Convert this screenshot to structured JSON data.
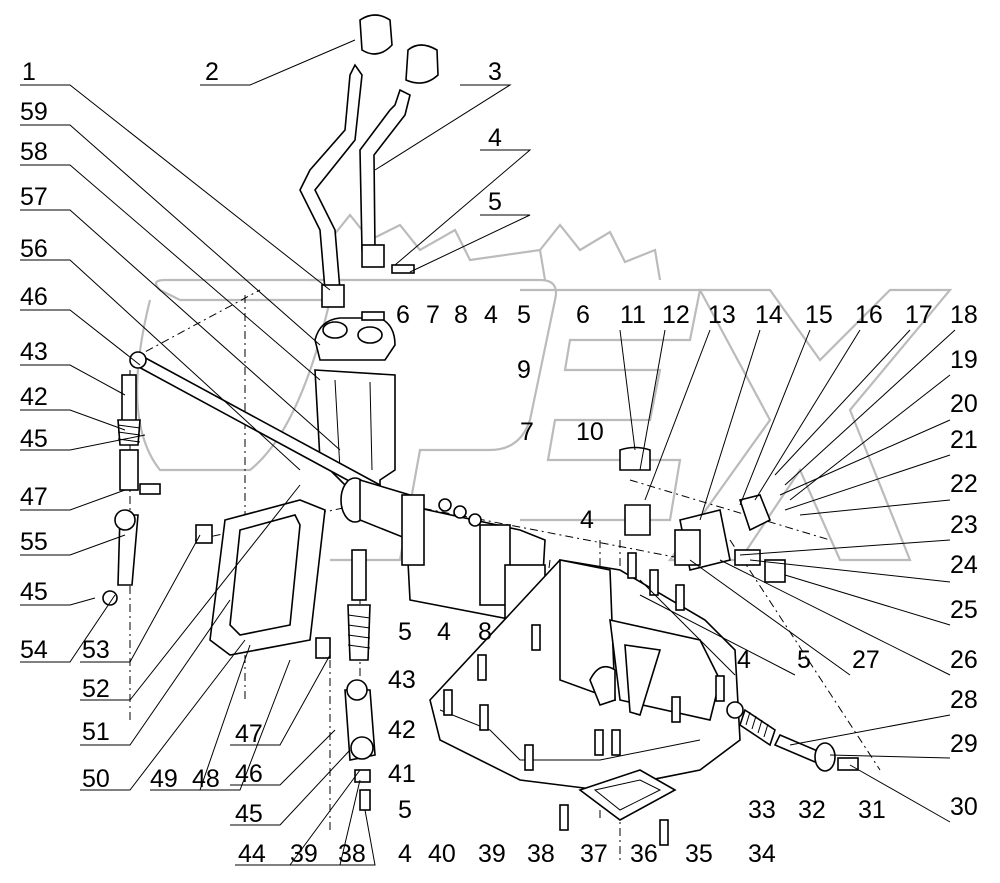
{
  "labels_left": [
    "1",
    "59",
    "58",
    "57",
    "56",
    "46",
    "43",
    "42",
    "45",
    "47",
    "55",
    "45",
    "54",
    "53",
    "52",
    "51",
    "50",
    "49",
    "48",
    "47",
    "46",
    "45",
    "44",
    "39",
    "38"
  ],
  "labels_top": [
    "2",
    "3",
    "4",
    "5",
    "6",
    "7",
    "8",
    "4",
    "5",
    "9",
    "6",
    "11",
    "12",
    "13",
    "14",
    "15",
    "16",
    "17",
    "18",
    "19",
    "20",
    "21",
    "22",
    "23",
    "24",
    "25",
    "26",
    "27",
    "28",
    "29",
    "30"
  ],
  "labels_bottom": [
    "4",
    "40",
    "39",
    "38",
    "37",
    "36",
    "35",
    "34",
    "33",
    "32",
    "31",
    "5",
    "41",
    "42",
    "43",
    "10",
    "7",
    "4",
    "5",
    "8",
    "4",
    "5"
  ],
  "labels": {
    "l1": "1",
    "l59": "59",
    "l58": "58",
    "l57": "57",
    "l56": "56",
    "l46a": "46",
    "l43a": "43",
    "l42a": "42",
    "l45a": "45",
    "l47a": "47",
    "l55": "55",
    "l45b": "45",
    "l54": "54",
    "l53": "53",
    "l52": "52",
    "l51": "51",
    "l50": "50",
    "l49": "49",
    "l48": "48",
    "l47b": "47",
    "l46b": "46",
    "l45c": "45",
    "l44": "44",
    "l39a": "39",
    "l38a": "38",
    "l2": "2",
    "l3": "3",
    "l4a": "4",
    "l5a": "5",
    "l6a": "6",
    "l7a": "7",
    "l8a": "8",
    "l4b": "4",
    "l5b": "5",
    "l9": "9",
    "l6b": "6",
    "l11": "11",
    "l12": "12",
    "l13": "13",
    "l14": "14",
    "l15": "15",
    "l16": "16",
    "l17": "17",
    "l18": "18",
    "l19": "19",
    "l20": "20",
    "l21": "21",
    "l22": "22",
    "l23": "23",
    "l24": "24",
    "l25": "25",
    "l26": "26",
    "l27": "27",
    "l28": "28",
    "l29": "29",
    "l30": "30",
    "l7b": "7",
    "l10": "10",
    "l4c": "4",
    "l5c": "5",
    "l4d": "4",
    "l8b": "8",
    "l4e": "4",
    "l5d": "5",
    "l43b": "43",
    "l42b": "42",
    "l41": "41",
    "l5e": "5",
    "l4f": "4",
    "l40": "40",
    "l39b": "39",
    "l38b": "38",
    "l37": "37",
    "l36": "36",
    "l35": "35",
    "l34": "34",
    "l33": "33",
    "l32": "32",
    "l31": "31"
  },
  "watermark": "OPEX"
}
